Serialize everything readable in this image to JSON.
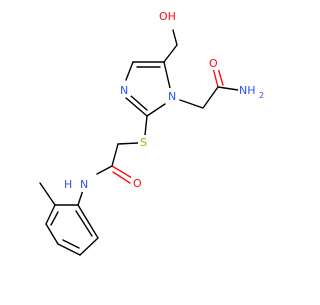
{
  "molecule": {
    "atom_labels": {
      "hydroxyl": "OH",
      "amide_oxygen_top": "O",
      "amide_nh2": "NH",
      "amide_nh2_subscript": "2",
      "ring_n_upper": "N",
      "ring_n_left": "N",
      "sulfur": "S",
      "amide_oxygen_lower": "O",
      "amide_nh": "N",
      "amide_nh_h": "H"
    },
    "colors": {
      "oxygen": "#ff0d0d",
      "nitrogen": "#3050f8",
      "sulfur": "#b8a800",
      "carbon": "#000000"
    }
  }
}
